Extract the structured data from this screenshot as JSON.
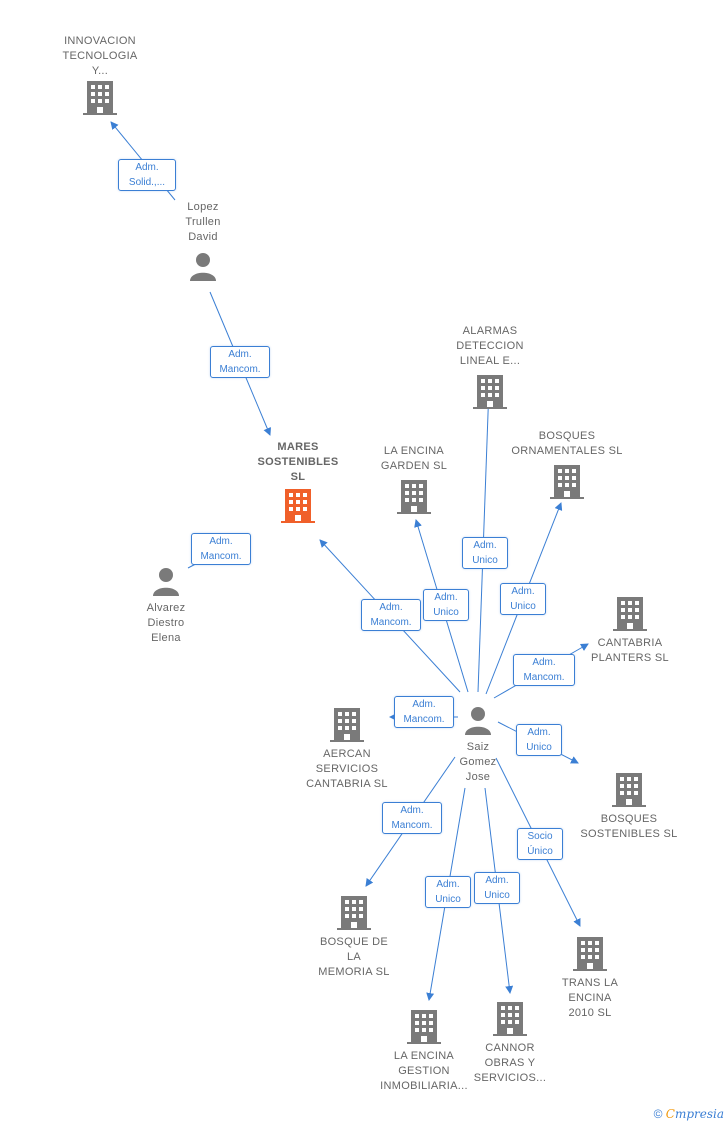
{
  "colors": {
    "edge": "#3b7fd4",
    "company": "#7a7a7a",
    "focus": "#f0602a",
    "person": "#7a7a7a"
  },
  "nodes": {
    "innovacion": {
      "label": "INNOVACION\nTECNOLOGIA\nY...",
      "type": "company"
    },
    "lopez": {
      "label": "Lopez\nTrullen\nDavid",
      "type": "person"
    },
    "mares": {
      "label": "MARES\nSOSTENIBLES\nSL",
      "type": "focus"
    },
    "alvarez": {
      "label": "Alvarez\nDiestro\nElena",
      "type": "person"
    },
    "alarmas": {
      "label": "ALARMAS\nDETECCION\nLINEAL E...",
      "type": "company"
    },
    "laencina_garden": {
      "label": "LA ENCINA\nGARDEN  SL",
      "type": "company"
    },
    "bosques_orn": {
      "label": "BOSQUES\nORNAMENTALES SL",
      "type": "company"
    },
    "cantabria": {
      "label": "CANTABRIA\nPLANTERS  SL",
      "type": "company"
    },
    "aercan": {
      "label": "AERCAN\nSERVICIOS\nCANTABRIA  SL",
      "type": "company"
    },
    "saiz": {
      "label": "Saiz\nGomez\nJose",
      "type": "person"
    },
    "bosques_sost": {
      "label": "BOSQUES\nSOSTENIBLES SL",
      "type": "company"
    },
    "bosque_memoria": {
      "label": "BOSQUE DE\nLA\nMEMORIA SL",
      "type": "company"
    },
    "trans": {
      "label": "TRANS LA\nENCINA\n2010 SL",
      "type": "company"
    },
    "laencina_gestion": {
      "label": "LA ENCINA\nGESTION\nINMOBILIARIA...",
      "type": "company"
    },
    "cannor": {
      "label": "CANNOR\nOBRAS Y\nSERVICIOS...",
      "type": "company"
    }
  },
  "edges": [
    {
      "id": "e1",
      "label": "Adm.\nSolid.,..."
    },
    {
      "id": "e2",
      "label": "Adm.\nMancom."
    },
    {
      "id": "e3",
      "label": "Adm.\nMancom."
    },
    {
      "id": "e4",
      "label": "Adm.\nMancom."
    },
    {
      "id": "e5",
      "label": "Adm.\nUnico"
    },
    {
      "id": "e6",
      "label": "Adm.\nUnico"
    },
    {
      "id": "e7",
      "label": "Adm.\nUnico"
    },
    {
      "id": "e8",
      "label": "Adm.\nMancom."
    },
    {
      "id": "e9",
      "label": "Adm.\nMancom."
    },
    {
      "id": "e10",
      "label": "Adm.\nUnico"
    },
    {
      "id": "e11",
      "label": "Adm.\nMancom."
    },
    {
      "id": "e12",
      "label": "Socio\nÚnico"
    },
    {
      "id": "e13",
      "label": "Adm.\nUnico"
    },
    {
      "id": "e14",
      "label": "Adm.\nUnico"
    }
  ],
  "footer": {
    "copyright": "©",
    "brand_first": "C",
    "brand_rest": "mpresia"
  }
}
